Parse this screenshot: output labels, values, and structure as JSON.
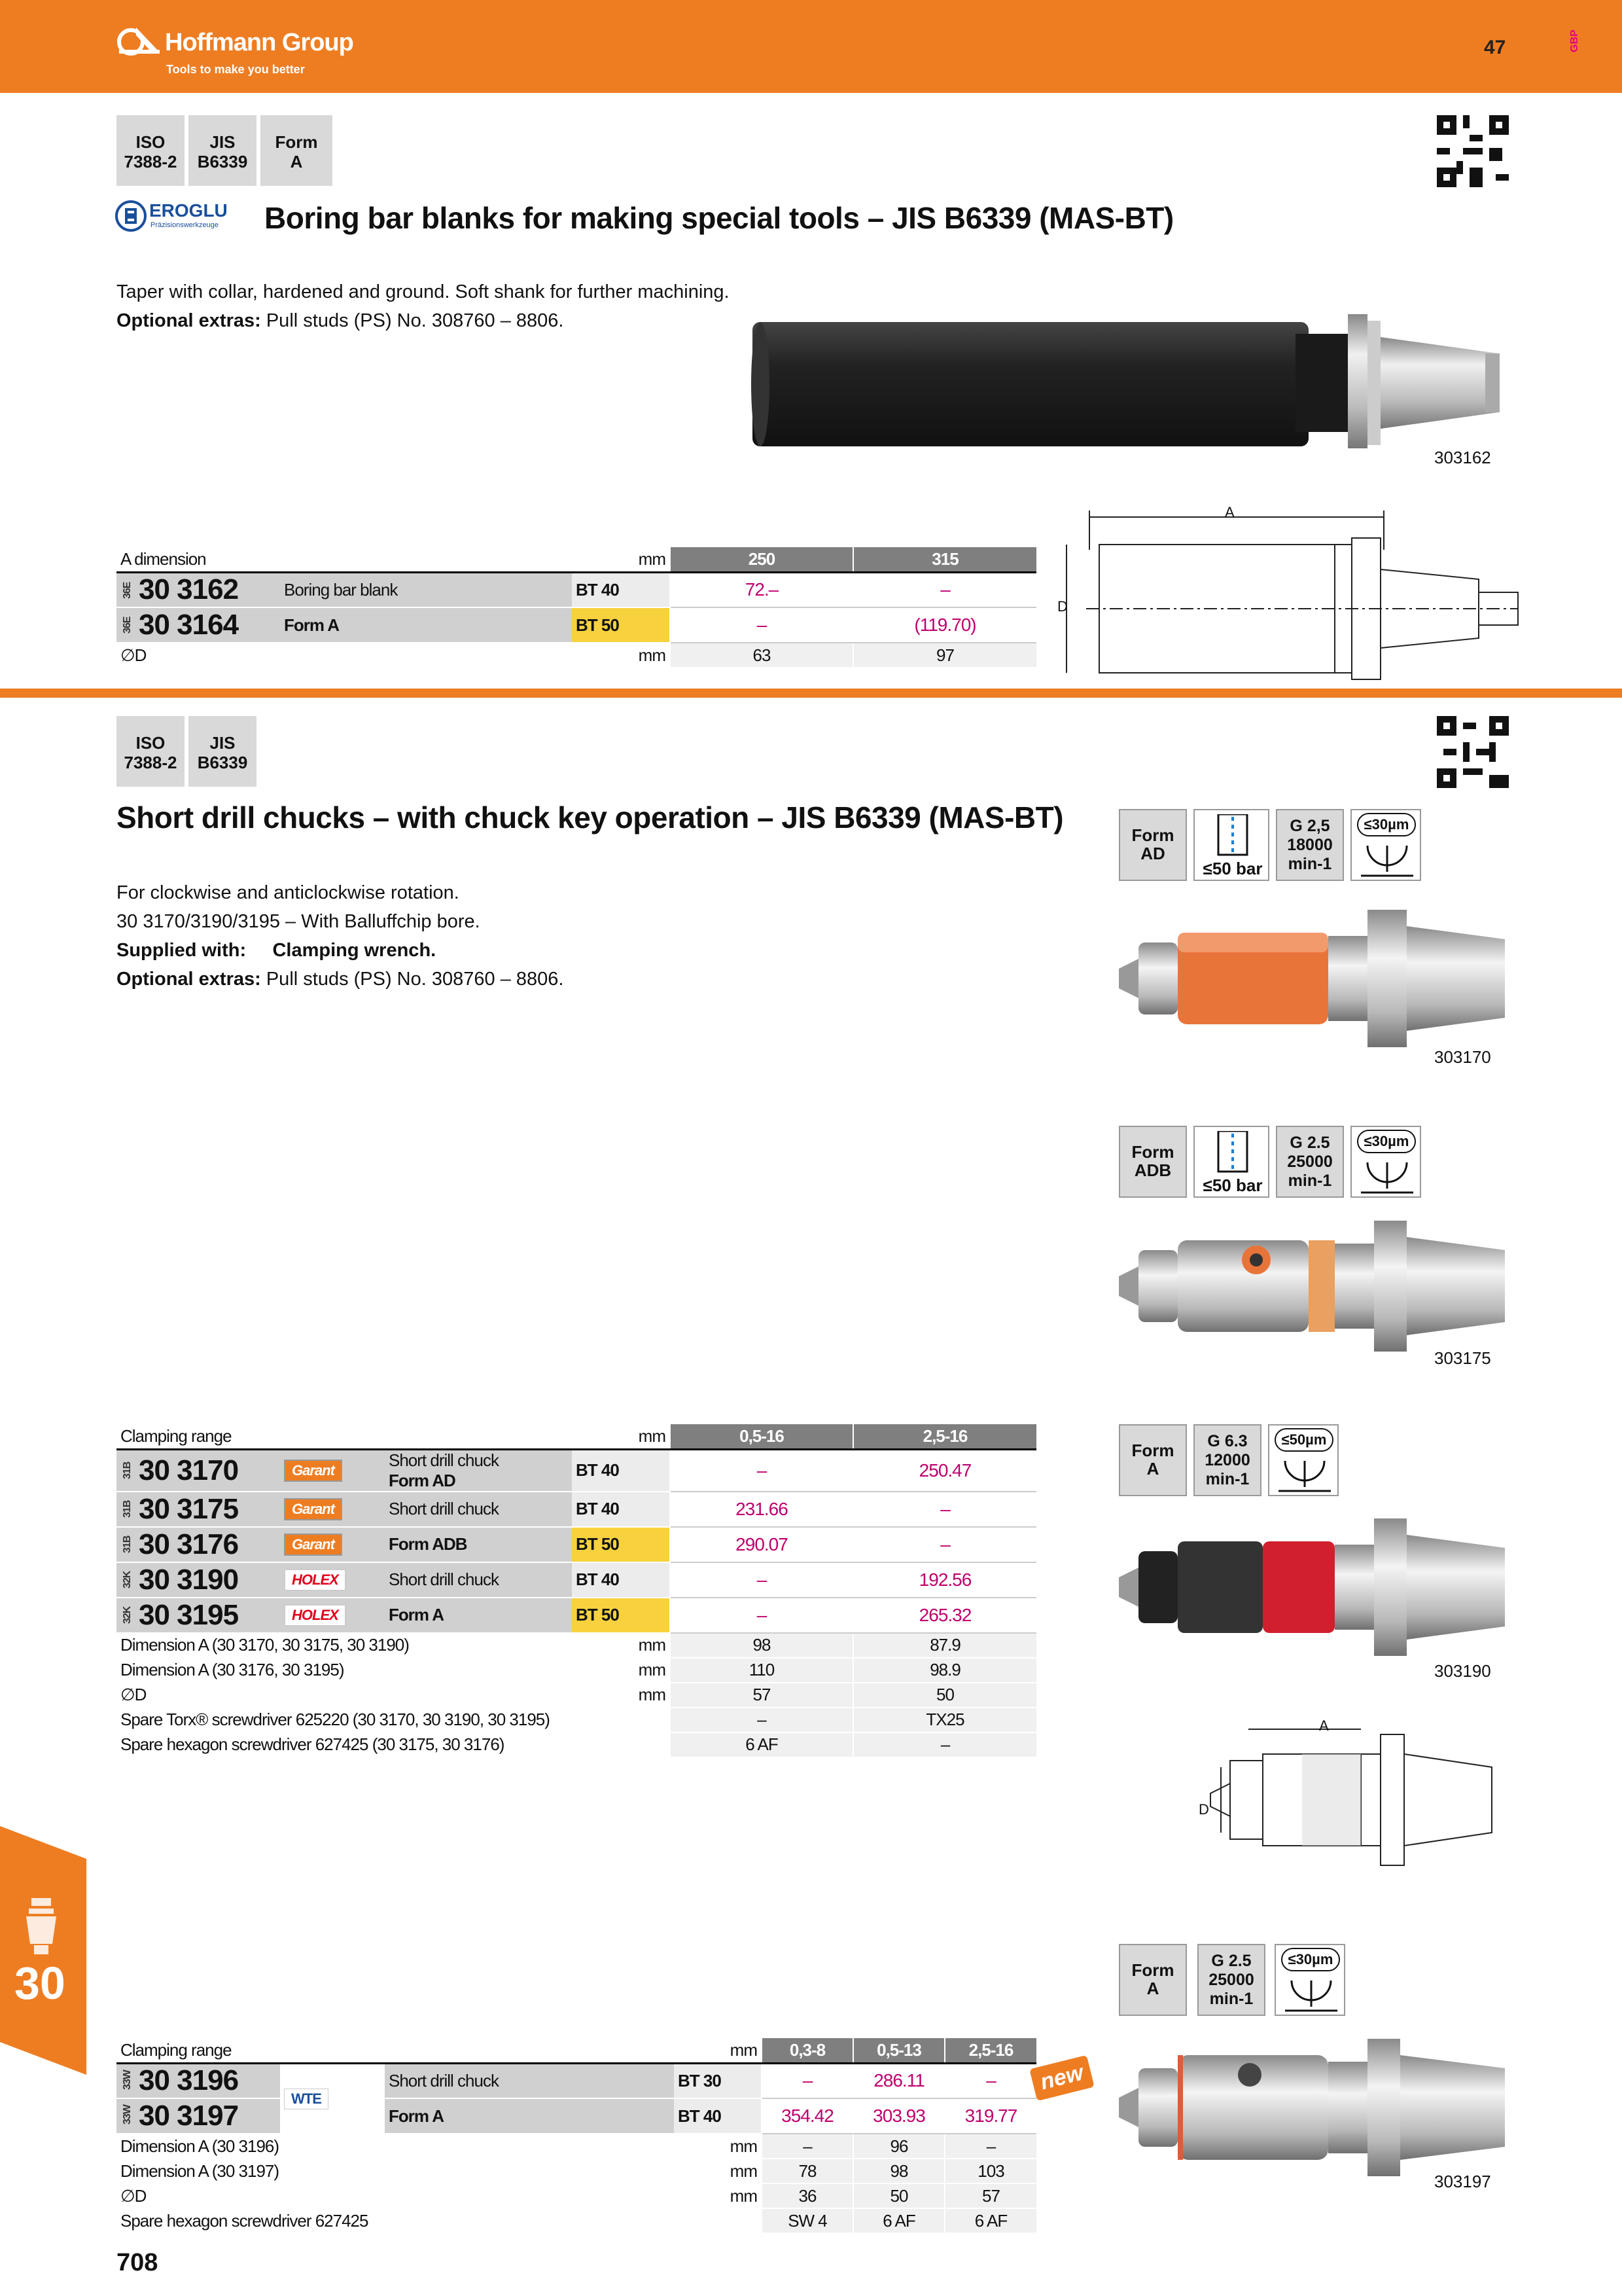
{
  "header": {
    "brand": "Hoffmann Group",
    "tagline": "Tools to make you better",
    "page_number": "47",
    "lang": "GBP"
  },
  "section1": {
    "standards": [
      {
        "line1": "ISO",
        "line2": "7388-2"
      },
      {
        "line1": "JIS",
        "line2": "B6339"
      },
      {
        "line1": "Form",
        "line2": "A"
      }
    ],
    "brand_logo": "EROGLU",
    "brand_sub": "Präzisionswerkzeuge",
    "title": "Boring bar blanks for making special tools – JIS B6339 (MAS-BT)",
    "desc1": "Taper with collar, hardened and ground. Soft shank for further machining.",
    "optional_label": "Optional extras:",
    "optional_text": "Pull studs (PS) No. 308760 – 8806.",
    "image_caption": "303162",
    "diagram_label_a": "A",
    "diagram_label_d": "D",
    "table": {
      "header_label": "A dimension",
      "header_unit": "mm",
      "columns": [
        "250",
        "315"
      ],
      "rows": [
        {
          "prefix": "36E",
          "art": "30 3162",
          "desc1": "Boring bar blank",
          "desc2": "",
          "bt": "BT 40",
          "bt_hl": false,
          "values": [
            "72.–",
            "–"
          ]
        },
        {
          "prefix": "36E",
          "art": "30 3164",
          "desc1": "",
          "desc2": "Form A",
          "bt": "BT 50",
          "bt_hl": true,
          "values": [
            "–",
            "(119.70)"
          ]
        }
      ],
      "footer": [
        {
          "label": "∅D",
          "unit": "mm",
          "values": [
            "63",
            "97"
          ]
        }
      ]
    }
  },
  "section2": {
    "standards": [
      {
        "line1": "ISO",
        "line2": "7388-2"
      },
      {
        "line1": "JIS",
        "line2": "B6339"
      }
    ],
    "title": "Short drill chucks – with chuck key operation – JIS B6339 (MAS-BT)",
    "desc1": "For clockwise and anticlockwise rotation.",
    "desc2": "30 3170/3190/3195 – With Balluffchip bore.",
    "supplied_label": "Supplied with:",
    "supplied_text": "Clamping wrench.",
    "optional_label": "Optional extras:",
    "optional_text": "Pull studs (PS) No. 308760 – 8806.",
    "icons": [
      {
        "form1": "Form",
        "form2": "AD",
        "pressure": "≤50 bar",
        "g1": "G 2,5",
        "g2": "18000",
        "g3": "min-1",
        "runout": "≤30µm",
        "caption": "303170"
      },
      {
        "form1": "Form",
        "form2": "ADB",
        "pressure": "≤50 bar",
        "g1": "G 2.5",
        "g2": "25000",
        "g3": "min-1",
        "runout": "≤30µm",
        "caption": "303175"
      },
      {
        "form1": "Form",
        "form2": "A",
        "g1": "G 6.3",
        "g2": "12000",
        "g3": "min-1",
        "runout": "≤50µm",
        "caption": "303190"
      }
    ],
    "diagram_label_a": "A",
    "diagram_label_d": "D",
    "table": {
      "header_label": "Clamping range",
      "header_unit": "mm",
      "columns": [
        "0,5-16",
        "2,5-16"
      ],
      "rows": [
        {
          "prefix": "31B",
          "art": "30 3170",
          "brand": "Garant",
          "desc1": "Short drill chuck",
          "desc2": "Form AD",
          "bt": "BT 40",
          "bt_hl": false,
          "values": [
            "–",
            "250.47"
          ]
        },
        {
          "prefix": "31B",
          "art": "30 3175",
          "brand": "Garant",
          "desc1": "Short drill chuck",
          "desc2": "",
          "bt": "BT 40",
          "bt_hl": false,
          "values": [
            "231.66",
            "–"
          ]
        },
        {
          "prefix": "31B",
          "art": "30 3176",
          "brand": "Garant",
          "desc1": "",
          "desc2": "Form ADB",
          "bt": "BT 50",
          "bt_hl": true,
          "values": [
            "290.07",
            "–"
          ]
        },
        {
          "prefix": "32K",
          "art": "30 3190",
          "brand": "HOLEX",
          "desc1": "Short drill chuck",
          "desc2": "",
          "bt": "BT 40",
          "bt_hl": false,
          "values": [
            "–",
            "192.56"
          ]
        },
        {
          "prefix": "32K",
          "art": "30 3195",
          "brand": "HOLEX",
          "desc1": "",
          "desc2": "Form A",
          "bt": "BT 50",
          "bt_hl": true,
          "values": [
            "–",
            "265.32"
          ]
        }
      ],
      "footer": [
        {
          "label": "Dimension A (30 3170, 30 3175, 30 3190)",
          "unit": "mm",
          "values": [
            "98",
            "87.9"
          ]
        },
        {
          "label": "Dimension A (30 3176, 30 3195)",
          "unit": "mm",
          "values": [
            "110",
            "98.9"
          ]
        },
        {
          "label": "∅D",
          "unit": "mm",
          "values": [
            "57",
            "50"
          ]
        },
        {
          "label": "Spare Torx® screwdriver 625220 (30 3170, 30 3190, 30 3195)",
          "unit": "",
          "values": [
            "–",
            "TX25"
          ]
        },
        {
          "label": "Spare hexagon screwdriver 627425 (30 3175, 30 3176)",
          "unit": "",
          "values": [
            "6 AF",
            "–"
          ]
        }
      ]
    }
  },
  "section3": {
    "icon": {
      "form1": "Form",
      "form2": "A",
      "g1": "G 2.5",
      "g2": "25000",
      "g3": "min-1",
      "runout": "≤30µm",
      "caption": "303197"
    },
    "new_badge": "new",
    "table": {
      "header_label": "Clamping range",
      "header_unit": "mm",
      "columns": [
        "0,3-8",
        "0,5-13",
        "2,5-16"
      ],
      "rows": [
        {
          "prefix": "33W",
          "art": "30 3196",
          "brand": "WTE",
          "desc1": "Short drill chuck",
          "desc2": "",
          "bt": "BT 30",
          "bt_hl": false,
          "values": [
            "–",
            "286.11",
            "–"
          ]
        },
        {
          "prefix": "33W",
          "art": "30 3197",
          "brand": "",
          "desc1": "",
          "desc2": "Form A",
          "bt": "BT 40",
          "bt_hl": false,
          "values": [
            "354.42",
            "303.93",
            "319.77"
          ]
        }
      ],
      "footer": [
        {
          "label": "Dimension A (30 3196)",
          "unit": "mm",
          "values": [
            "–",
            "96",
            "–"
          ]
        },
        {
          "label": "Dimension A (30 3197)",
          "unit": "mm",
          "values": [
            "78",
            "98",
            "103"
          ]
        },
        {
          "label": "∅D",
          "unit": "mm",
          "values": [
            "36",
            "50",
            "57"
          ]
        },
        {
          "label": "Spare hexagon screwdriver 627425",
          "unit": "",
          "values": [
            "SW 4",
            "6 AF",
            "6 AF"
          ]
        }
      ]
    }
  },
  "side_tab": {
    "number": "30"
  },
  "footer": {
    "page_number": "708"
  },
  "colors": {
    "orange": "#ee7d22",
    "magenta": "#c0006d",
    "yellow": "#f7d23e",
    "grey": "#d0d0d0"
  }
}
